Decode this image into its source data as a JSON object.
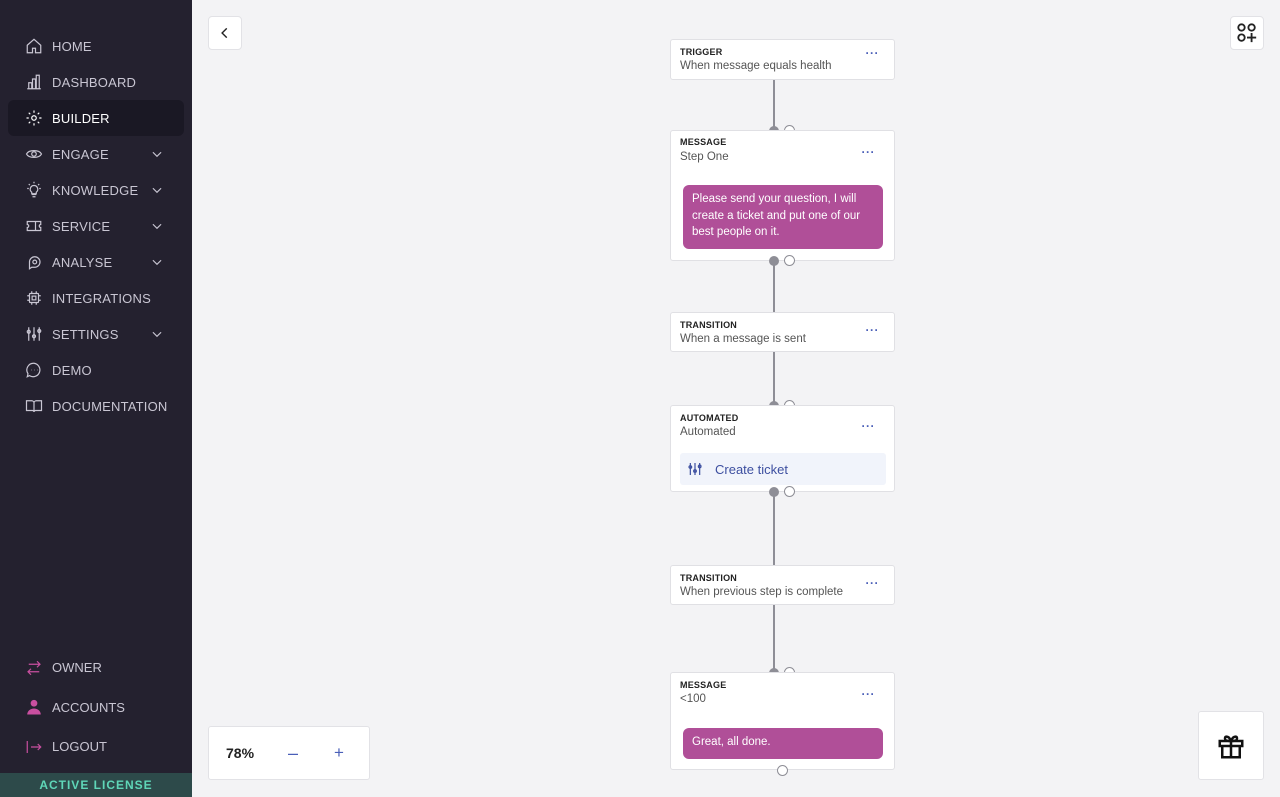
{
  "sidebar": {
    "nav": [
      {
        "label": "HOME",
        "icon": "home-icon"
      },
      {
        "label": "DASHBOARD",
        "icon": "bar-chart-icon"
      },
      {
        "label": "BUILDER",
        "icon": "builder-icon",
        "active": true
      },
      {
        "label": "ENGAGE",
        "icon": "eye-icon",
        "expandable": true
      },
      {
        "label": "KNOWLEDGE",
        "icon": "lightbulb-icon",
        "expandable": true
      },
      {
        "label": "SERVICE",
        "icon": "ticket-icon",
        "expandable": true
      },
      {
        "label": "ANALYSE",
        "icon": "analyse-icon",
        "expandable": true
      },
      {
        "label": "INTEGRATIONS",
        "icon": "chip-icon"
      },
      {
        "label": "SETTINGS",
        "icon": "sliders-icon",
        "expandable": true
      },
      {
        "label": "DEMO",
        "icon": "chat-bubble-icon"
      },
      {
        "label": "DOCUMENTATION",
        "icon": "book-icon"
      }
    ],
    "bottom": [
      {
        "label": "OWNER",
        "icon": "swap-arrows-icon"
      },
      {
        "label": "ACCOUNTS",
        "icon": "user-icon"
      },
      {
        "label": "LOGOUT",
        "icon": "logout-icon"
      }
    ],
    "license": "ACTIVE LICENSE"
  },
  "zoom": {
    "value": "78%",
    "minus": "–",
    "plus": "+"
  },
  "flow": {
    "trigger": {
      "type": "TRIGGER",
      "subtitle": "When message equals health",
      "more": "···"
    },
    "message1": {
      "type": "MESSAGE",
      "subtitle": "Step One",
      "more": "···",
      "bubble": "Please send your question, I will create a ticket and put one of our best people on it."
    },
    "transition1": {
      "type": "TRANSITION",
      "subtitle": "When a message is sent",
      "more": "···"
    },
    "automated": {
      "type": "AUTOMATED",
      "subtitle": "Automated",
      "more": "···",
      "action": "Create ticket"
    },
    "transition2": {
      "type": "TRANSITION",
      "subtitle": "When previous step is complete",
      "more": "···"
    },
    "message2": {
      "type": "MESSAGE",
      "subtitle": "<100",
      "more": "···",
      "bubble": "Great, all done."
    }
  },
  "colors": {
    "sidebar_bg": "#24212f",
    "accent": "#b04f98",
    "link": "#4a5fb8",
    "license_text": "#5fd6b8"
  }
}
